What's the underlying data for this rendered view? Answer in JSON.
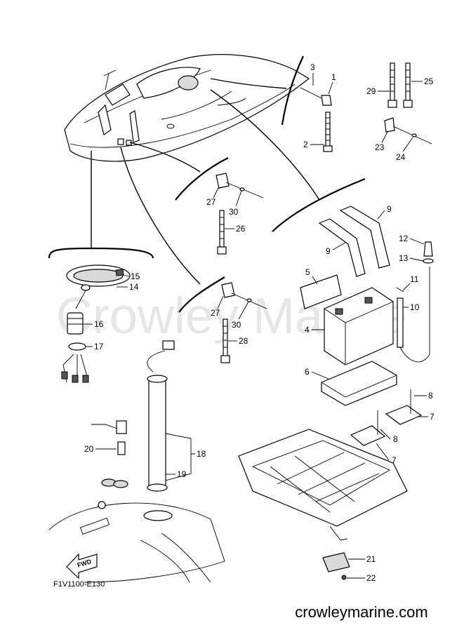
{
  "diagram_code": "F1V1100-E130",
  "watermark": "Crowley Marine",
  "footer_url": "crowleymarine.com",
  "fwd_label": "FWD",
  "callouts": {
    "c1": "1",
    "c2": "2",
    "c3": "3",
    "c4": "4",
    "c5": "5",
    "c6": "6",
    "c7a": "7",
    "c7b": "7",
    "c8a": "8",
    "c8b": "8",
    "c9a": "9",
    "c9b": "9",
    "c10": "10",
    "c11": "11",
    "c12": "12",
    "c13": "13",
    "c14": "14",
    "c15": "15",
    "c16": "16",
    "c17": "17",
    "c18": "18",
    "c19": "19",
    "c20": "20",
    "c21": "21",
    "c22": "22",
    "c23": "23",
    "c24": "24",
    "c25": "25",
    "c26": "26",
    "c27a": "27",
    "c27b": "27",
    "c28": "28",
    "c29": "29",
    "c30a": "30",
    "c30b": "30"
  }
}
